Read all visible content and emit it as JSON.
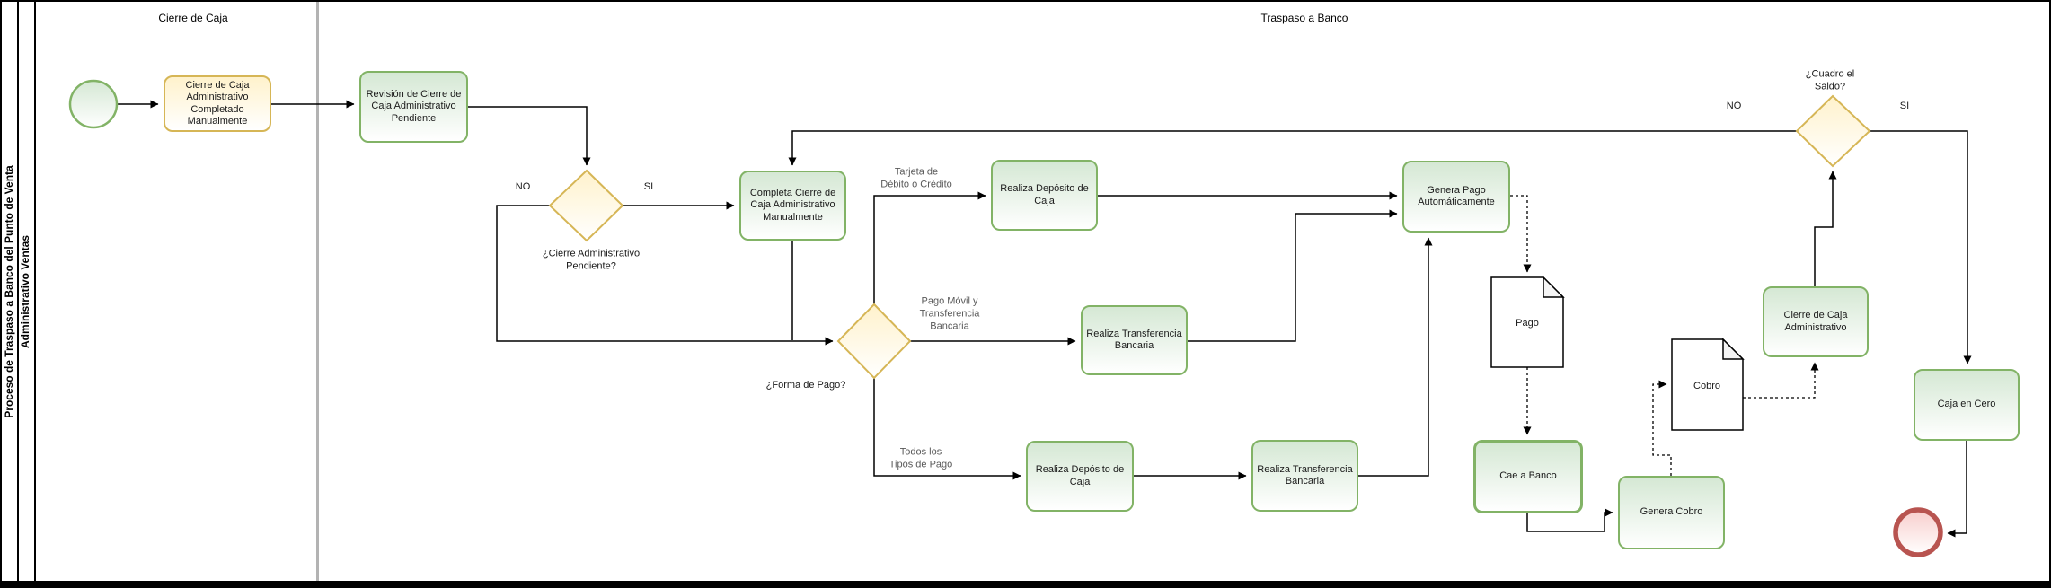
{
  "pool": {
    "title": "Proceso de Traspaso a Banco del Punto de Venta",
    "lane": "Administrativo Ventas",
    "phases": [
      {
        "label": "Cierre de Caja"
      },
      {
        "label": "Traspaso a Banco"
      }
    ]
  },
  "tasks": {
    "cierre_completado": "Cierre de Caja Administrativo Completado Manualmente",
    "revision_cierre": "Revisión de Cierre de Caja Administrativo Pendiente",
    "completa_cierre": "Completa Cierre de Caja Administrativo Manualmente",
    "deposito_caja_1": "Realiza Depósito de Caja",
    "transferencia_1": "Realiza Transferencia Bancaria",
    "deposito_caja_2": "Realiza Depósito de Caja",
    "transferencia_2": "Realiza Transferencia Bancaria",
    "genera_pago": "Genera Pago Automáticamente",
    "cae_banco": "Cae a Banco",
    "genera_cobro": "Genera Cobro",
    "cierre_admin": "Cierre de Caja Administrativo",
    "caja_cero": "Caja en Cero"
  },
  "documents": {
    "pago": "Pago",
    "cobro": "Cobro"
  },
  "gateways": {
    "cierre_pendiente": "¿Cierre Administrativo\nPendiente?",
    "forma_pago": "¿Forma de Pago?",
    "cuadro_saldo": "¿Cuadro el\nSaldo?"
  },
  "edge_labels": {
    "no1": "NO",
    "si1": "SI",
    "tarjeta": "Tarjeta de\nDébito o Crédito",
    "pago_movil": "Pago Móvil y\nTransferencia\nBancaria",
    "todos": "Todos los\nTipos de Pago",
    "no2": "NO",
    "si2": "SI"
  },
  "colors": {
    "task_green_fill": "#d5e8d4",
    "task_green_stroke": "#82b366",
    "task_yellow_fill": "#fff2cc",
    "task_yellow_stroke": "#d6b656",
    "end_red_fill": "#f8cecc",
    "end_red_stroke": "#b85450",
    "connector": "#000000",
    "phase_divider": "#b3b3b3"
  }
}
